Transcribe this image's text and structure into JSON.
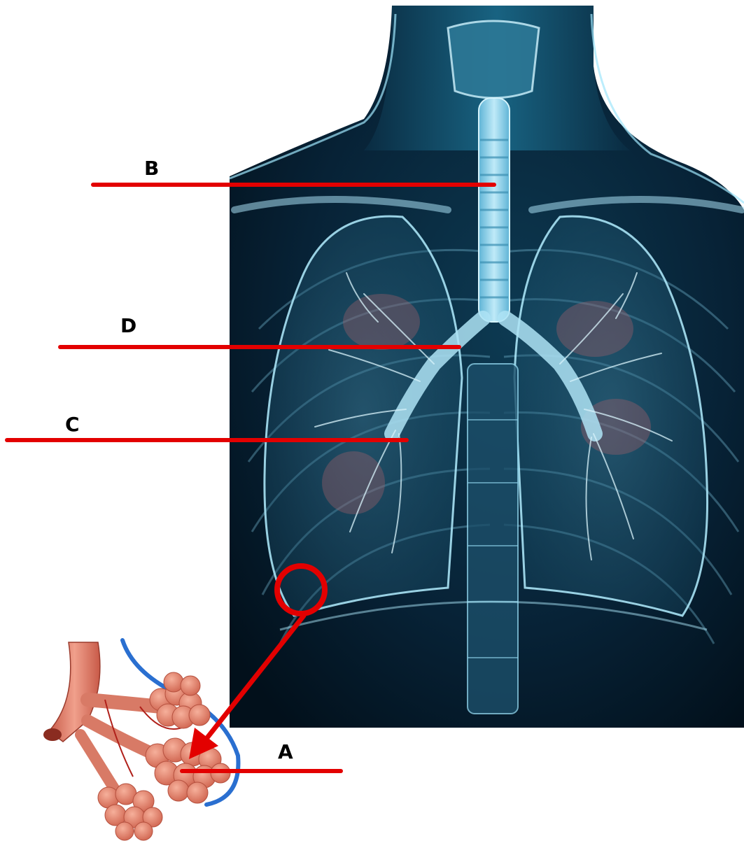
{
  "labels": {
    "a": "A",
    "b": "B",
    "c": "C",
    "d": "D"
  },
  "colors": {
    "leader_line": "#e30000",
    "body_dark": "#04121e",
    "body_glow": "#6fd0f0",
    "alveoli": "#e8826c",
    "vessel_blue": "#2a6fd0"
  }
}
